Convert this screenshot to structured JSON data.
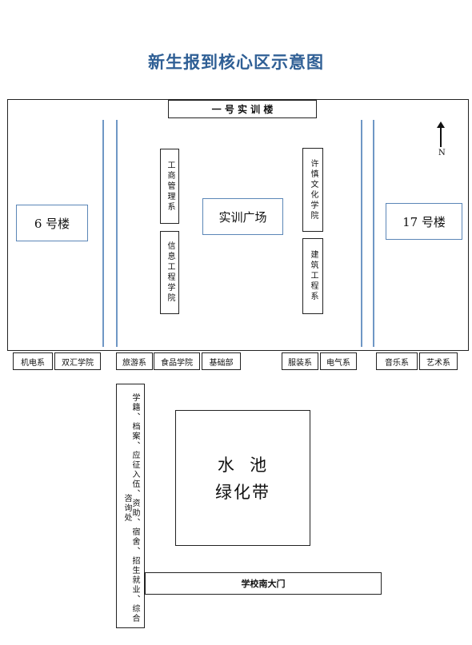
{
  "title": "新生报到核心区示意图",
  "compass": {
    "label": "N"
  },
  "buildings": {
    "training_building": "一 号 实 训 楼",
    "building_6": "6 号楼",
    "building_17": "17 号楼",
    "plaza": "实训广场",
    "pool_line1": "水  池",
    "pool_line2": "绿化带",
    "south_gate": "学校南大门"
  },
  "vertical_labels": {
    "business_mgmt": "工商管理系",
    "info_eng": "信息工程学院",
    "xu_shen": "许慎文化学院",
    "architecture": "建筑工程系",
    "services": "学籍、档案、应征入伍、资助、宿舍、招生就业、综合咨询处"
  },
  "bottom_row": {
    "left_pair": [
      "机电系",
      "双汇学院"
    ],
    "mid_triple": [
      "旅游系",
      "食品学院",
      "基础部"
    ],
    "right_pair": [
      "服装系",
      "电气系"
    ],
    "far_right_pair": [
      "音乐系",
      "艺术系"
    ]
  }
}
